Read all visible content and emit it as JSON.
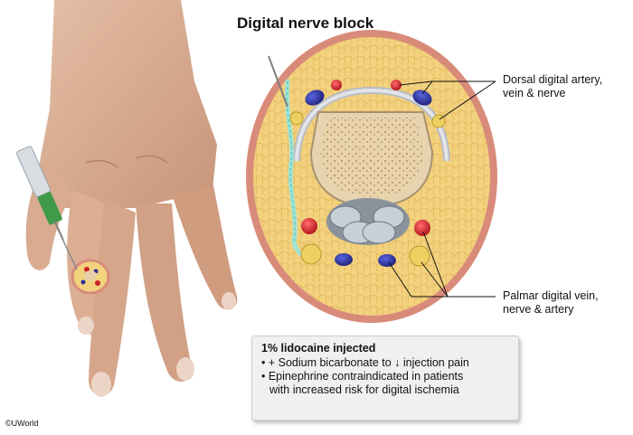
{
  "title": "Digital nerve block",
  "labels": {
    "dorsal_line1": "Dorsal digital artery,",
    "dorsal_line2": "vein & nerve",
    "palmar_line1": "Palmar digital vein,",
    "palmar_line2": "nerve & artery"
  },
  "info_box": {
    "heading": "1% lidocaine injected",
    "bullet1": "• + Sodium bicarbonate to ↓ injection pain",
    "bullet2_line1": "• Epinephrine contraindicated in patients",
    "bullet2_line2": "with increased risk for digital ischemia"
  },
  "copyright": "©UWorld",
  "colors": {
    "fat": "#f3d27e",
    "skin_ring": "#d98b7a",
    "artery": "#cc2127",
    "vein": "#2a2e9c",
    "nerve": "#e9c43b",
    "anesthetic": "#8fe3dc",
    "bone": "#e7d0a8"
  }
}
